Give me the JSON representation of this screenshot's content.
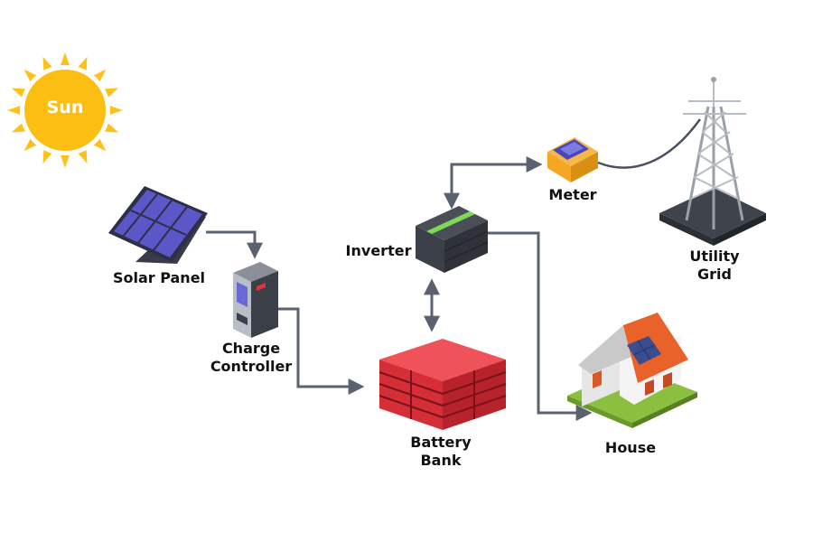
{
  "sun": {
    "label": "Sun"
  },
  "components": {
    "solar_panel": "Solar Panel",
    "charge_controller": {
      "line1": "Charge",
      "line2": "Controller"
    },
    "inverter": "Inverter",
    "meter": "Meter",
    "utility_grid": {
      "line1": "Utility",
      "line2": "Grid"
    },
    "battery_bank": {
      "line1": "Battery",
      "line2": "Bank"
    },
    "house": "House"
  },
  "colors": {
    "sun": "#fdbe14",
    "sun_rays": "#fcc21b",
    "arrows": "#5a6270",
    "panel": "#5b57c9",
    "battery": "#e0333c",
    "inverter_accent": "#7ed957",
    "meter_body": "#f5a623",
    "roof": "#e8622a",
    "tower": "#9aa0a8"
  },
  "icons": [
    "sun-icon",
    "solar-panel-icon",
    "charge-controller-icon",
    "inverter-icon",
    "meter-icon",
    "utility-grid-tower-icon",
    "battery-bank-icon",
    "house-icon"
  ]
}
